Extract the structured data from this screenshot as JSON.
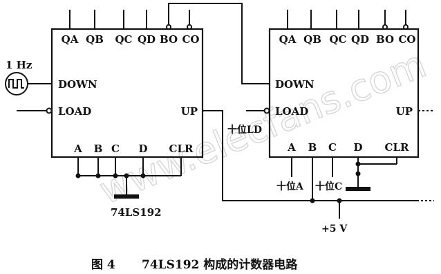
{
  "watermark": "www.elecfans.com",
  "left_chip": {
    "top_pins": [
      "QA",
      "QB",
      "QC",
      "QD",
      "BO",
      "CO"
    ],
    "down": "DOWN",
    "load": "LOAD",
    "up": "UP",
    "bottom_pins": [
      "A",
      "B",
      "C",
      "D",
      "CLR"
    ],
    "part": "74LS192"
  },
  "right_chip": {
    "top_pins": [
      "QA",
      "QB",
      "QC",
      "QD",
      "BO",
      "CO"
    ],
    "down": "DOWN",
    "load": "LOAD",
    "up": "UP",
    "bottom_pins": [
      "A",
      "B",
      "C",
      "D",
      "CLR"
    ]
  },
  "clock_label": "1 Hz",
  "tens_ld": "十位LD",
  "tens_a": "十位A",
  "tens_c": "十位C",
  "supply": "+5 V",
  "caption": {
    "figure": "图 4",
    "title": "74LS192 构成的计数器电路"
  }
}
